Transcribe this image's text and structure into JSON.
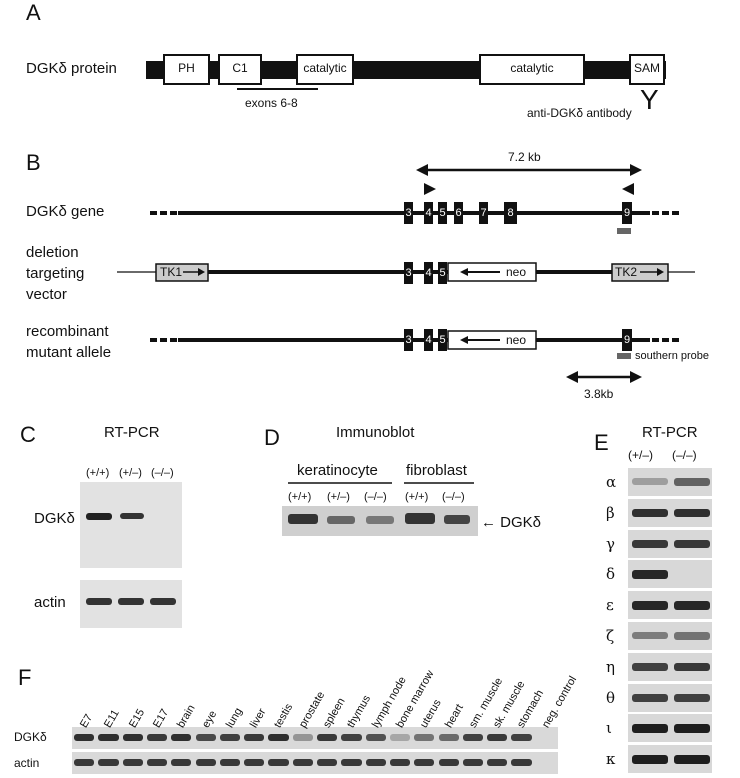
{
  "panelA": {
    "letter": "A",
    "protein_label": "DGKδ protein",
    "domains": [
      "PH",
      "C1",
      "catalytic",
      "catalytic",
      "SAM"
    ],
    "exons_label": "exons 6-8",
    "antibody_label": "anti-DGKδ antibody",
    "antibody_symbol": "Y"
  },
  "panelB": {
    "letter": "B",
    "span_label": "7.2 kb",
    "gene_label": "DGKδ gene",
    "vector_label": [
      "deletion",
      "targeting",
      "vector"
    ],
    "allele_label": [
      "recombinant",
      "mutant allele"
    ],
    "gene_exons": [
      "3",
      "4",
      "5",
      "6",
      "7",
      "8",
      "9"
    ],
    "vector_exons": [
      "3",
      "4",
      "5"
    ],
    "allele_exons": [
      "3",
      "4",
      "5",
      "9"
    ],
    "tk1": "TK1",
    "tk2": "TK2",
    "neo": "neo",
    "probe_label": "southern probe",
    "small_span_label": "3.8kb"
  },
  "panelC": {
    "letter": "C",
    "title": "RT-PCR",
    "genotypes": [
      "(+/+)",
      "(+/–)",
      "(–/–)"
    ],
    "row_labels": [
      "DGKδ",
      "actin"
    ]
  },
  "panelD": {
    "letter": "D",
    "title": "Immunoblot",
    "group1": "keratinocyte",
    "group2": "fibroblast",
    "genotypes": [
      "(+/+)",
      "(+/–)",
      "(–/–)",
      "(+/+)",
      "(–/–)"
    ],
    "arrow_label": "← DGKδ"
  },
  "panelE": {
    "letter": "E",
    "title": "RT-PCR",
    "genotypes": [
      "(+/–)",
      "(–/–)"
    ],
    "rows": [
      {
        "label": "α",
        "het": 0.25,
        "ko": 0.6
      },
      {
        "label": "β",
        "het": 0.9,
        "ko": 0.9
      },
      {
        "label": "γ",
        "het": 0.85,
        "ko": 0.85
      },
      {
        "label": "δ",
        "het": 0.95,
        "ko": 0
      },
      {
        "label": "ε",
        "het": 0.95,
        "ko": 0.95
      },
      {
        "label": "ζ",
        "het": 0.45,
        "ko": 0.5
      },
      {
        "label": "η",
        "het": 0.8,
        "ko": 0.85
      },
      {
        "label": "θ",
        "het": 0.8,
        "ko": 0.8
      },
      {
        "label": "ι",
        "het": 1,
        "ko": 1
      },
      {
        "label": "κ",
        "het": 1,
        "ko": 1
      }
    ]
  },
  "panelF": {
    "letter": "F",
    "tissues": [
      "E7",
      "E11",
      "E15",
      "E17",
      "brain",
      "eye",
      "lung",
      "liver",
      "testis",
      "prostate",
      "spleen",
      "thymus",
      "lymph node",
      "bone marrow",
      "uterus",
      "heart",
      "sm. muscle",
      "sk. muscle",
      "stomach",
      "neg. control"
    ],
    "row_labels": [
      "DGKδ",
      "actin"
    ],
    "dgk_levels": [
      0.9,
      0.9,
      0.9,
      0.85,
      0.9,
      0.75,
      0.8,
      0.85,
      0.9,
      0.3,
      0.85,
      0.8,
      0.7,
      0.2,
      0.5,
      0.55,
      0.8,
      0.85,
      0.8,
      0
    ],
    "actin_levels": [
      0.85,
      0.85,
      0.85,
      0.85,
      0.85,
      0.85,
      0.85,
      0.85,
      0.85,
      0.85,
      0.85,
      0.85,
      0.85,
      0.85,
      0.85,
      0.85,
      0.85,
      0.85,
      0.85,
      0
    ]
  }
}
